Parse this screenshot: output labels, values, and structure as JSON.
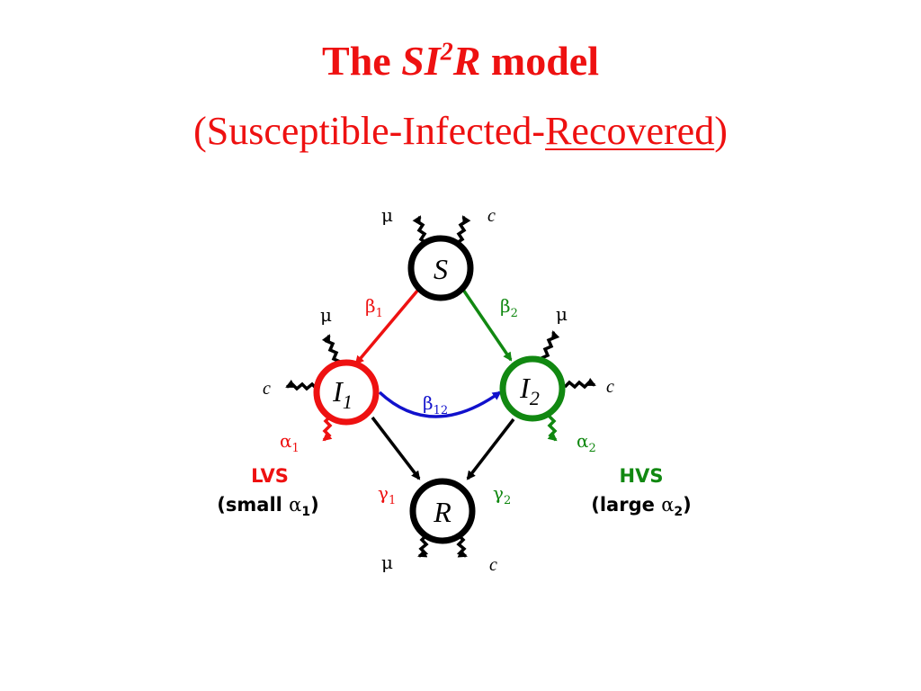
{
  "title": {
    "prefix": "The ",
    "model_main": "SI",
    "model_sup": "2",
    "model_tail": "R",
    "suffix": " model"
  },
  "subtitle": {
    "open": "(",
    "part1": "Susceptible-Infected-",
    "part2": "Recovered",
    "close": ")"
  },
  "nodes": {
    "S": {
      "label": "S",
      "sub": ""
    },
    "I1": {
      "label": "I",
      "sub": "1"
    },
    "I2": {
      "label": "I",
      "sub": "2"
    },
    "R": {
      "label": "R",
      "sub": ""
    }
  },
  "rates": {
    "beta1": {
      "sym": "β",
      "sub": "1"
    },
    "beta2": {
      "sym": "β",
      "sub": "2"
    },
    "beta12": {
      "sym": "β",
      "sub": "12"
    },
    "gamma1": {
      "sym": "γ",
      "sub": "1"
    },
    "gamma2": {
      "sym": "γ",
      "sub": "2"
    },
    "alpha1": {
      "sym": "α",
      "sub": "1"
    },
    "alpha2": {
      "sym": "α",
      "sub": "2"
    },
    "mu": "μ",
    "c": "c"
  },
  "strains": {
    "lvs": {
      "name": "LVS",
      "desc_open": "(small ",
      "desc_sym": "α",
      "desc_sub": "1",
      "desc_close": ")"
    },
    "hvs": {
      "name": "HVS",
      "desc_open": "(large ",
      "desc_sym": "α",
      "desc_sub": "2",
      "desc_close": ")"
    }
  },
  "colors": {
    "red": "#ee1111",
    "green": "#118811",
    "blue": "#1111cc",
    "black": "#000000"
  }
}
